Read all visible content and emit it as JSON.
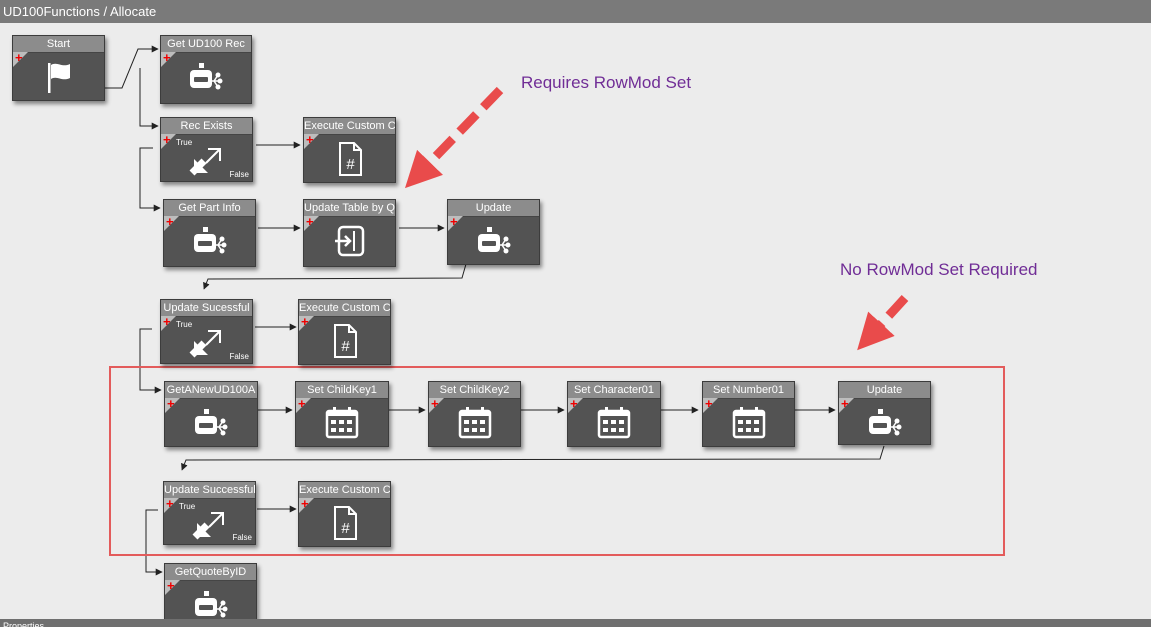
{
  "title": "UD100Functions / Allocate",
  "bottom_panel": "Properties",
  "annotations": {
    "requires": "Requires RowMod Set",
    "no_rowmod": "No RowMod Set Required"
  },
  "branch_labels": {
    "true": "True",
    "false": "False"
  },
  "colors": {
    "accent_arrow": "#e94b4b",
    "annotation_text": "#702d96",
    "highlight_border": "#e35b5b"
  },
  "nodes": [
    {
      "id": "start",
      "label": "Start",
      "icon": "flag-icon"
    },
    {
      "id": "get-ud100-rec",
      "label": "Get UD100 Rec",
      "icon": "service-call-icon"
    },
    {
      "id": "rec-exists",
      "label": "Rec Exists",
      "icon": "condition-icon"
    },
    {
      "id": "execute-custom-1",
      "label": "Execute Custom Co",
      "icon": "custom-code-icon"
    },
    {
      "id": "get-part-info",
      "label": "Get Part Info",
      "icon": "service-call-icon"
    },
    {
      "id": "update-table-by-query",
      "label": "Update Table by Q",
      "icon": "update-table-icon"
    },
    {
      "id": "update-1",
      "label": "Update",
      "icon": "service-call-icon"
    },
    {
      "id": "update-sucessful",
      "label": "Update Sucessful",
      "icon": "condition-icon"
    },
    {
      "id": "execute-custom-2",
      "label": "Execute Custom Co",
      "icon": "custom-code-icon"
    },
    {
      "id": "get-a-new-ud100a",
      "label": "GetANewUD100A",
      "icon": "service-call-icon"
    },
    {
      "id": "set-childkey1",
      "label": "Set ChildKey1",
      "icon": "calendar-icon"
    },
    {
      "id": "set-childkey2",
      "label": "Set ChildKey2",
      "icon": "calendar-icon"
    },
    {
      "id": "set-character01",
      "label": "Set Character01",
      "icon": "calendar-icon"
    },
    {
      "id": "set-number01",
      "label": "Set Number01",
      "icon": "calendar-icon"
    },
    {
      "id": "update-2",
      "label": "Update",
      "icon": "service-call-icon"
    },
    {
      "id": "update-successful",
      "label": "Update Successful",
      "icon": "condition-icon"
    },
    {
      "id": "execute-custom-3",
      "label": "Execute Custom Co",
      "icon": "custom-code-icon"
    },
    {
      "id": "get-quote-by-id",
      "label": "GetQuoteByID",
      "icon": "service-call-icon"
    }
  ]
}
